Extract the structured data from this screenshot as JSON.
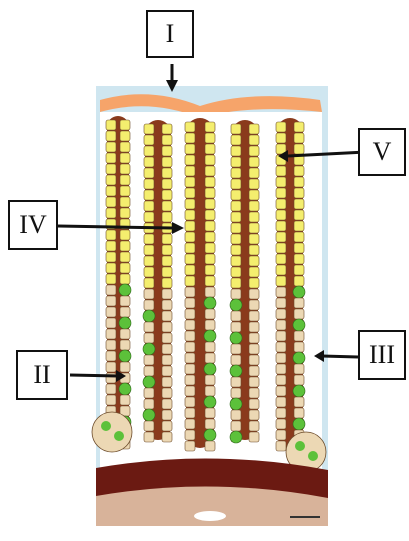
{
  "labels": {
    "l1": "I",
    "l2": "II",
    "l3": "III",
    "l4": "IV",
    "l5": "V"
  },
  "colors": {
    "lamina": "#8a3a1c",
    "lamina_light": "#a9552b",
    "enterocyte": "#f4ee6e",
    "crypt_cell": "#ecd8b4",
    "goblet_green": "#5cc13a",
    "muscle": "#6b1a12",
    "submucosa": "#d8b39a",
    "lumen": "#f6a46a"
  }
}
